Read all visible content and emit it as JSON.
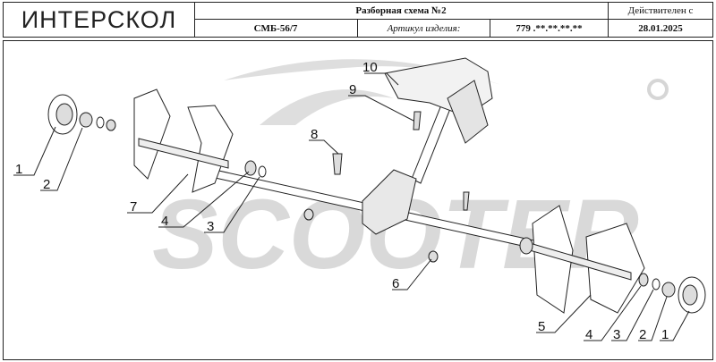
{
  "header": {
    "logo": "ИНТЕРСКОЛ",
    "title": "Разборная схема №2",
    "valid_label": "Действителен с",
    "model": "СМБ-56/7",
    "article_label": "Артикул изделия:",
    "article_value": "779 .**.**.**.**",
    "date": "28.01.2025"
  },
  "watermark": "SCOOTER",
  "callouts": [
    "1",
    "2",
    "7",
    "4",
    "3",
    "8",
    "10",
    "9",
    "6",
    "5",
    "4",
    "3",
    "2",
    "1"
  ]
}
